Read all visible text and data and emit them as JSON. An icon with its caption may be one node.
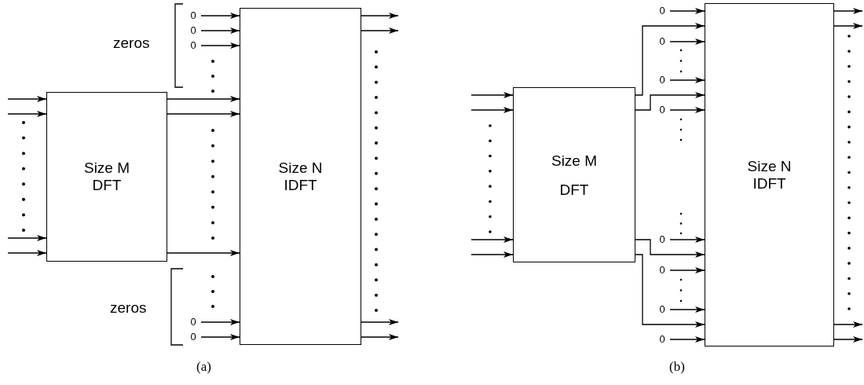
{
  "diagram": {
    "nodes": [
      {
        "text": [
          "Size M DFT"
        ]
      },
      {
        "text": [
          "Size N IDFT"
        ]
      },
      {
        "text": [
          "0"
        ]
      },
      {
        "text": [
          "0"
        ]
      },
      {
        "text": [
          "0"
        ]
      },
      {
        "text": [
          "0"
        ]
      },
      {
        "text": [
          "0"
        ]
      },
      {
        "text": [
          "Size M DFT"
        ]
      },
      {
        "text": [
          "Size N IDFT"
        ]
      },
      {
        "text": [
          "0"
        ]
      },
      {
        "text": [
          "0"
        ]
      },
      {
        "text": [
          "0"
        ]
      },
      {
        "text": [
          "0"
        ]
      },
      {
        "text": [
          "0"
        ]
      },
      {
        "text": [
          "0"
        ]
      },
      {
        "text": [
          "0"
        ]
      },
      {
        "text": [
          "0"
        ]
      }
    ],
    "edges": [
      {
        "from": null,
        "to": 0,
        "arrow": "to"
      },
      {
        "from": null,
        "to": 0,
        "arrow": "to"
      },
      {
        "from": null,
        "to": 0,
        "arrow": "to"
      },
      {
        "from": null,
        "to": 0,
        "arrow": "to"
      },
      {
        "from": 0,
        "to": 1,
        "arrow": "to"
      },
      {
        "from": 0,
        "to": 1,
        "arrow": "to"
      },
      {
        "from": 0,
        "to": 1,
        "arrow": "to"
      },
      {
        "from": 2,
        "to": 1,
        "arrow": "to"
      },
      {
        "from": 3,
        "to": 1,
        "arrow": "to"
      },
      {
        "from": 4,
        "to": 1,
        "arrow": "to"
      },
      {
        "from": 5,
        "to": 1,
        "arrow": "to"
      },
      {
        "from": 6,
        "to": 1,
        "arrow": "to"
      },
      {
        "from": 1,
        "to": null,
        "arrow": "to"
      },
      {
        "from": 1,
        "to": null,
        "arrow": "to"
      },
      {
        "from": 1,
        "to": null,
        "arrow": "to"
      },
      {
        "from": 1,
        "to": null,
        "arrow": "to"
      },
      {
        "from": null,
        "to": 7,
        "arrow": "to"
      },
      {
        "from": null,
        "to": 7,
        "arrow": "to"
      },
      {
        "from": null,
        "to": 7,
        "arrow": "to"
      },
      {
        "from": null,
        "to": 7,
        "arrow": "to"
      },
      {
        "from": 7,
        "to": 8,
        "arrow": "to"
      },
      {
        "from": 7,
        "to": 8,
        "arrow": "to"
      },
      {
        "from": 7,
        "to": 8,
        "arrow": "to"
      },
      {
        "from": 7,
        "to": 8,
        "arrow": "to"
      },
      {
        "from": 9,
        "to": 8,
        "arrow": "to"
      },
      {
        "from": 10,
        "to": 8,
        "arrow": "to"
      },
      {
        "from": 11,
        "to": 8,
        "arrow": "to"
      },
      {
        "from": 12,
        "to": 8,
        "arrow": "to"
      },
      {
        "from": 13,
        "to": 8,
        "arrow": "to"
      },
      {
        "from": 14,
        "to": 8,
        "arrow": "to"
      },
      {
        "from": 15,
        "to": 8,
        "arrow": "to"
      },
      {
        "from": 16,
        "to": 8,
        "arrow": "to"
      },
      {
        "from": 8,
        "to": null,
        "arrow": "to"
      },
      {
        "from": 8,
        "to": null,
        "arrow": "to"
      },
      {
        "from": 8,
        "to": null,
        "arrow": "to"
      },
      {
        "from": 8,
        "to": null,
        "arrow": "to"
      }
    ],
    "labels": [
      "zeros",
      "zeros",
      "(a)",
      "(b)"
    ]
  }
}
